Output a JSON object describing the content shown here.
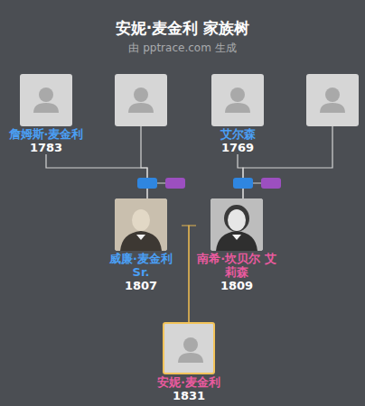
{
  "diagram": {
    "title": "安妮·麦金利 家族树",
    "caption": "由 pptrace.com 生成",
    "nodes": [
      {
        "text": [
          "詹姆斯·麦金利",
          "1783"
        ]
      },
      {
        "text": []
      },
      {
        "text": [
          "艾尔森",
          "1769"
        ]
      },
      {
        "text": []
      },
      {
        "text": [
          "威廉·麦金利 Sr.",
          "1807"
        ]
      },
      {
        "text": [
          "南希·坎贝尔 艾莉森",
          "1809"
        ]
      },
      {
        "text": [
          "安妮·麦金利",
          "1831"
        ]
      }
    ],
    "edges": [
      {
        "from": 0,
        "to": 4,
        "arrow": "none"
      },
      {
        "from": 1,
        "to": 4,
        "arrow": "none"
      },
      {
        "from": 2,
        "to": 5,
        "arrow": "none"
      },
      {
        "from": 3,
        "to": 5,
        "arrow": "none"
      },
      {
        "from": 4,
        "to": 6,
        "arrow": "none"
      },
      {
        "from": 5,
        "to": 6,
        "arrow": "none"
      }
    ]
  }
}
